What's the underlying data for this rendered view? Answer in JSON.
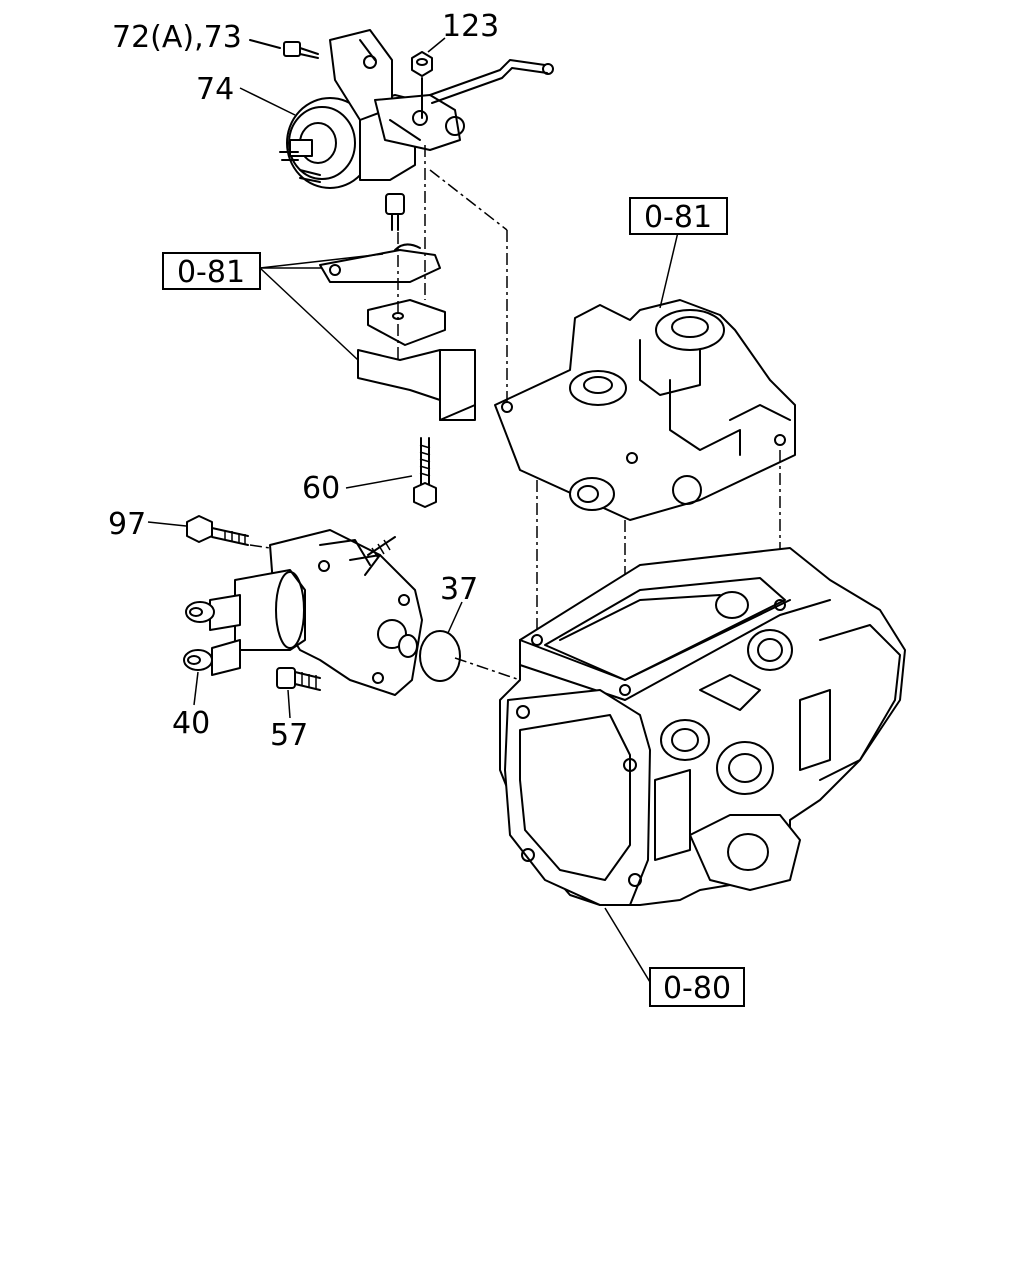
{
  "callouts": {
    "c_72a_73": "72(A),73",
    "c_74": "74",
    "c_123": "123",
    "c_60": "60",
    "c_97": "97",
    "c_37": "37",
    "c_40": "40",
    "c_57": "57"
  },
  "refs": {
    "ref_081_top": "0-81",
    "ref_081_left": "0-81",
    "ref_080": "0-80"
  }
}
